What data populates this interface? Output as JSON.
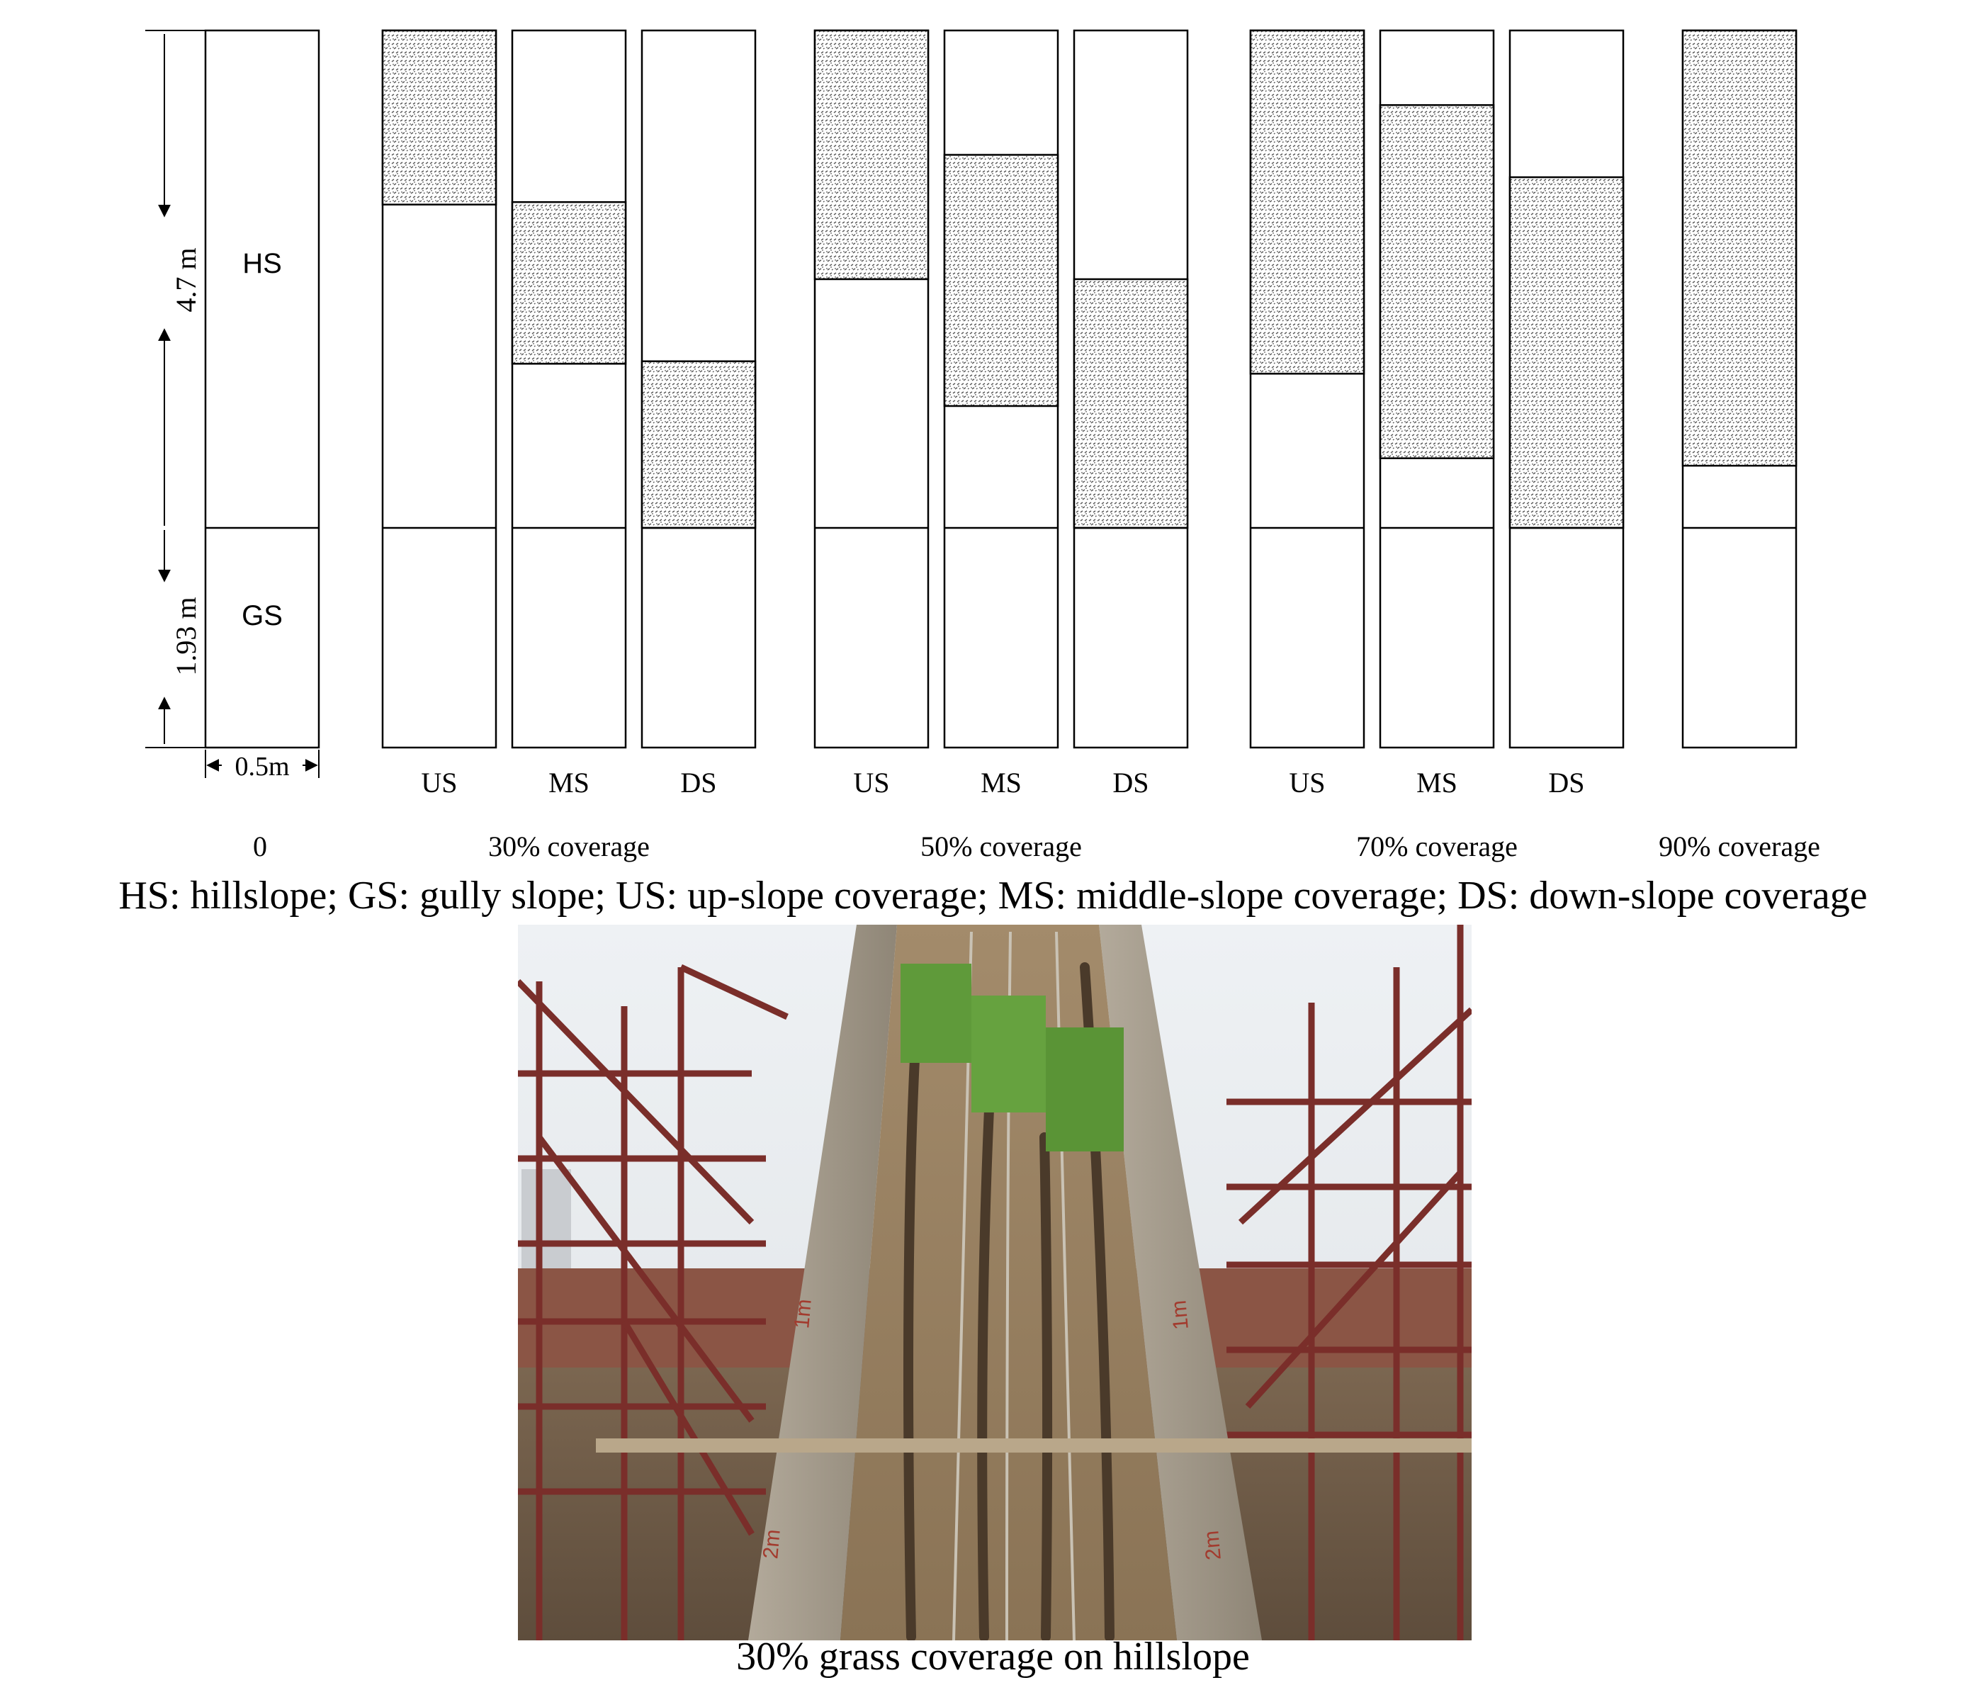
{
  "diagram": {
    "dimensions": {
      "hs_length": "4.7 m",
      "gs_length": "1.93 m",
      "width": "0.5m"
    },
    "segment_labels": {
      "hillslope": "HS",
      "gully": "GS"
    },
    "groups": [
      {
        "label": "0",
        "columns": [
          {
            "position": "",
            "grass": []
          }
        ]
      },
      {
        "label": "30% coverage",
        "columns": [
          {
            "position": "US",
            "grass": [
              0.0,
              0.35
            ]
          },
          {
            "position": "MS",
            "grass": [
              0.345,
              0.67
            ]
          },
          {
            "position": "DS",
            "grass": [
              0.665,
              1.0
            ]
          }
        ]
      },
      {
        "label": "50% coverage",
        "columns": [
          {
            "position": "US",
            "grass": [
              0.0,
              0.5
            ]
          },
          {
            "position": "MS",
            "grass": [
              0.25,
              0.755
            ]
          },
          {
            "position": "DS",
            "grass": [
              0.5,
              1.0
            ]
          }
        ]
      },
      {
        "label": "70% coverage",
        "columns": [
          {
            "position": "US",
            "grass": [
              0.0,
              0.69
            ]
          },
          {
            "position": "MS",
            "grass": [
              0.15,
              0.86
            ]
          },
          {
            "position": "DS",
            "grass": [
              0.295,
              1.0
            ]
          }
        ]
      },
      {
        "label": "90% coverage",
        "columns": [
          {
            "position": "",
            "grass": [
              0.0,
              0.875
            ]
          }
        ]
      }
    ],
    "legend": "HS: hillslope; GS: gully slope; US: up-slope coverage; MS: middle-slope coverage; DS: down-slope coverage"
  },
  "photo": {
    "caption": "30% grass coverage on hillslope",
    "scale_marks": [
      "1m",
      "2m"
    ]
  },
  "colors": {
    "outline": "#000000",
    "grass_hatch": "#555555",
    "soil": "#9a8263",
    "grass": "#5f9a3a",
    "steel": "#7a2e2a",
    "sky": "#e7ebee"
  }
}
